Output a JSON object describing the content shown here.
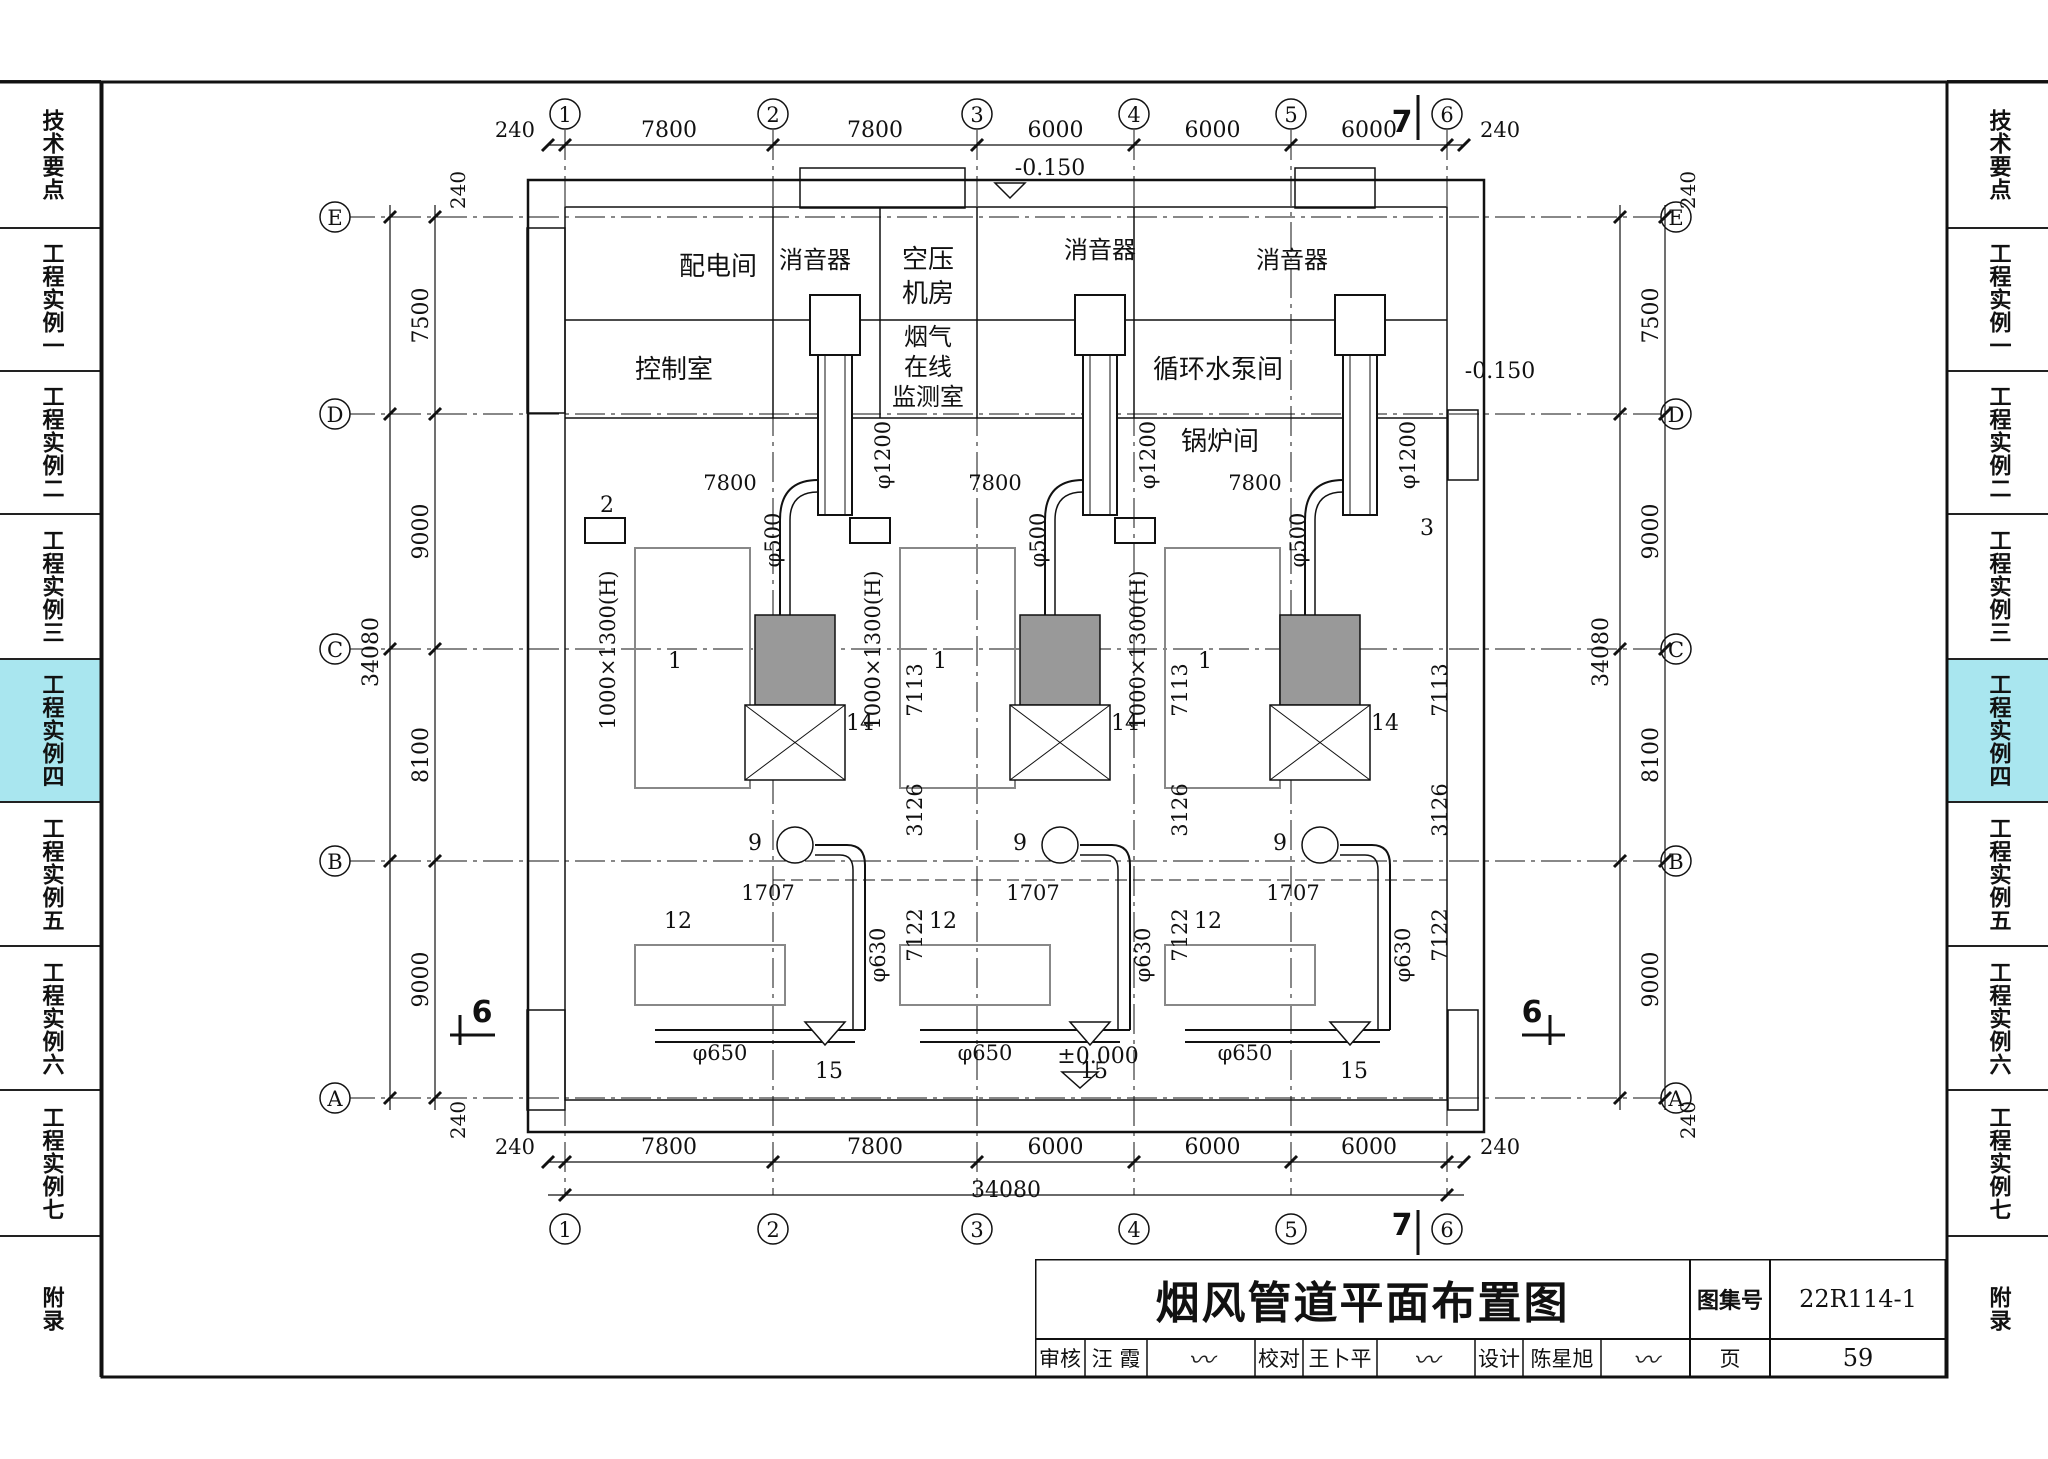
{
  "tabs": [
    {
      "label": "技术要点",
      "active": false
    },
    {
      "label": "工程实例一",
      "active": false
    },
    {
      "label": "工程实例二",
      "active": false
    },
    {
      "label": "工程实例三",
      "active": false
    },
    {
      "label": "工程实例四",
      "active": true
    },
    {
      "label": "工程实例五",
      "active": false
    },
    {
      "label": "工程实例六",
      "active": false
    },
    {
      "label": "工程实例七",
      "active": false
    },
    {
      "label": "附录",
      "active": false
    }
  ],
  "colors": {
    "active_tab": "#a9e6ef",
    "line": "#111111",
    "equipment": "#888888"
  },
  "grid_columns": [
    "1",
    "2",
    "3",
    "4",
    "5",
    "6"
  ],
  "grid_rows": [
    "E",
    "D",
    "C",
    "B",
    "A"
  ],
  "column_spacings": [
    "7800",
    "7800",
    "6000",
    "6000",
    "6000"
  ],
  "row_spacings": [
    "7500",
    "9000",
    "8100",
    "9000"
  ],
  "wall_offset": "240",
  "overall": "34080",
  "levels": {
    "top": "-0.150",
    "right": "-0.150",
    "floor": "±0.000"
  },
  "rooms": {
    "distribution": "配电间",
    "control": "控制室",
    "compressor": "空压\n机房",
    "monitoring": "烟气\n在线\n监测室",
    "pump": "循环水泵间",
    "boiler": "锅炉间",
    "silencer": "消音器"
  },
  "dimensions": {
    "duct_main": "φ1200",
    "duct_branch": "φ500",
    "duct_630": "φ630",
    "duct_650": "φ650",
    "rect_duct": "1000×1300(H)",
    "boiler_span": "7800",
    "d7113": "7113",
    "d3126": "3126",
    "d7122": "7122",
    "d1707": "1707"
  },
  "item_tags": [
    "1",
    "2",
    "3",
    "9",
    "12",
    "14",
    "15"
  ],
  "sections": {
    "six": "6",
    "seven": "7"
  },
  "titleblock": {
    "title": "烟风管道平面布置图",
    "atlas_label": "图集号",
    "atlas_no": "22R114-1",
    "review_label": "审核",
    "reviewer": "汪 霞",
    "check_label": "校对",
    "checker": "王卜平",
    "design_label": "设计",
    "designer": "陈星旭",
    "page_label": "页",
    "page_no": "59"
  }
}
